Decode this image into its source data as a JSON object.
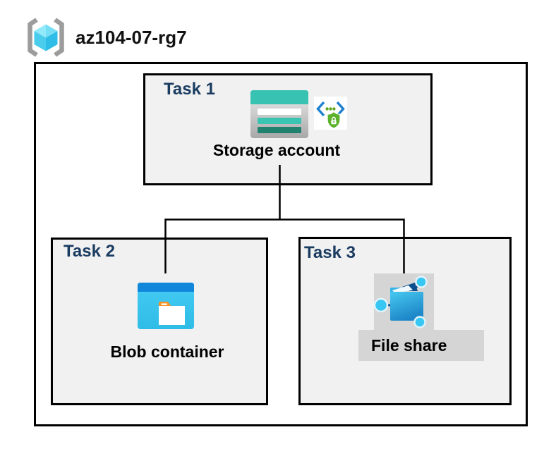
{
  "resource_group": {
    "name": "az104-07-rg7",
    "icon": "resource-group-icon"
  },
  "tasks": [
    {
      "label": "Task 1",
      "resource": "Storage account",
      "icons": [
        "storage-account-icon",
        "private-endpoint-icon"
      ]
    },
    {
      "label": "Task 2",
      "resource": "Blob container",
      "icons": [
        "blob-container-icon"
      ]
    },
    {
      "label": "Task 3",
      "resource": "File share",
      "icons": [
        "file-share-icon"
      ]
    }
  ],
  "connections": [
    {
      "from": "Storage account",
      "to": "Blob container"
    },
    {
      "from": "Storage account",
      "to": "File share"
    }
  ],
  "colors": {
    "task_label_navy": "#1b3c61",
    "resource_label_black": "#000000",
    "task_box_fill": "#f1f1f1",
    "box_border": "#000000",
    "storage_teal": "#38c2b1",
    "storage_teal_dark": "#20816f",
    "blob_header_blue": "#1187dc",
    "blob_body_cyan": "#41c7f2",
    "folder_tab_orange": "#f79428",
    "fileshare_folder_blue": "#1d86c8",
    "fileshare_node_cyan": "#38c6f2",
    "fileshare_fold_navy": "#0b4d8e",
    "endpoint_bracket_blue": "#1e80d0",
    "endpoint_shield_green": "#5cb22c",
    "endpoint_dot_green": "#62a820",
    "rg_bracket_gray": "#9c9c9c",
    "rg_cube_cyan": "#49ccec",
    "highlight_gray": "#d5d5d5"
  }
}
